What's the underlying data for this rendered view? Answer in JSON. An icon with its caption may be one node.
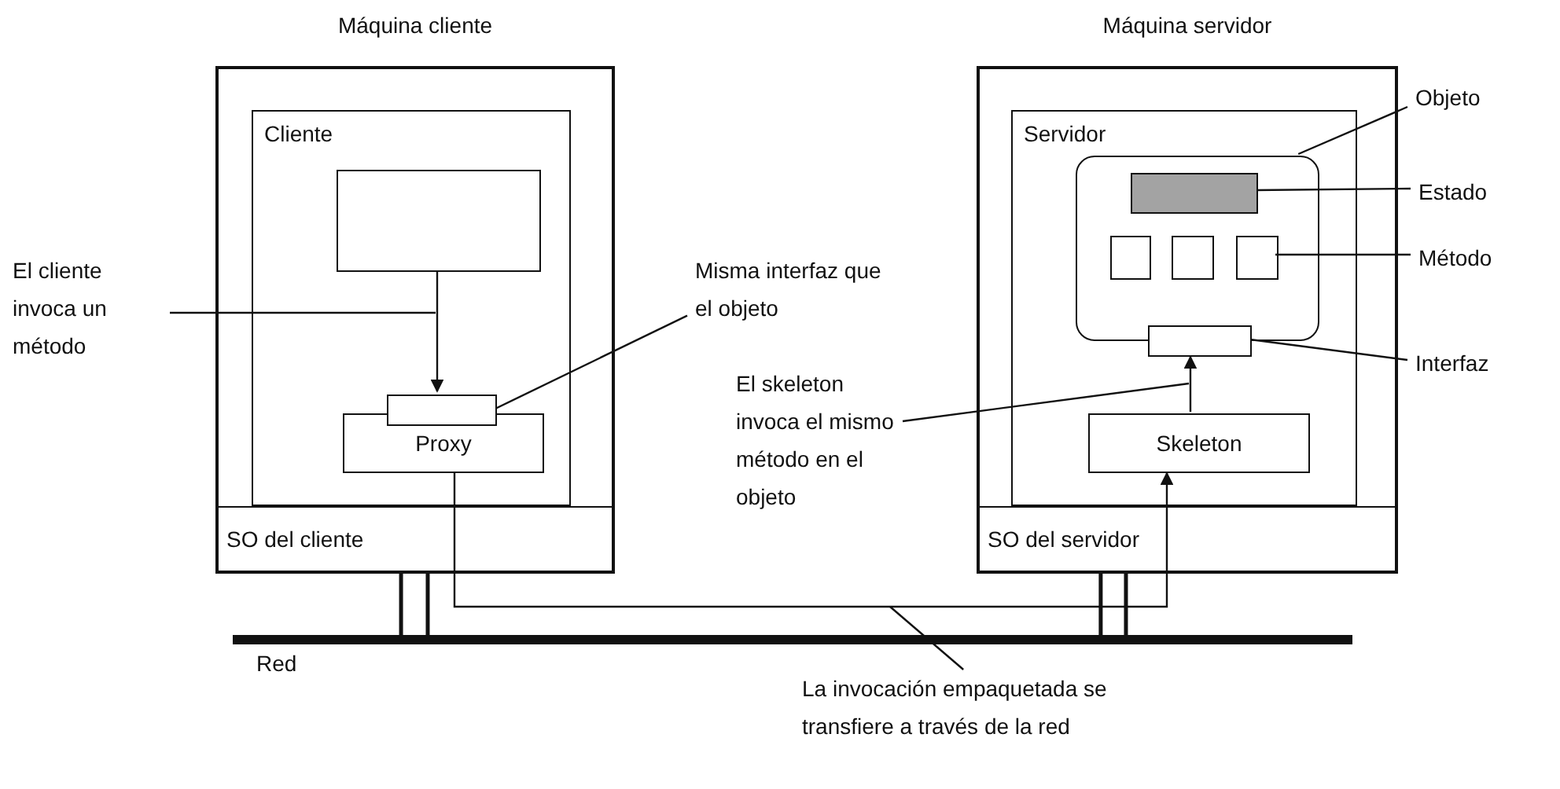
{
  "diagram": {
    "nodes": [
      {
        "text": [
          "Máquina cliente"
        ]
      },
      {
        "text": [
          "Cliente"
        ],
        "in": 0
      },
      {
        "text": [],
        "shape": "box",
        "in": 1
      },
      {
        "text": [
          "Proxy"
        ],
        "in": 1
      },
      {
        "text": [],
        "shape": "box",
        "in": 1
      },
      {
        "text": [
          "SO del cliente"
        ],
        "in": 0
      },
      {
        "text": [
          "Máquina servidor"
        ]
      },
      {
        "text": [
          "Servidor"
        ],
        "in": 6
      },
      {
        "text": [],
        "shape": "box",
        "in": 7
      },
      {
        "text": [],
        "shape": "box",
        "in": 8
      },
      {
        "text": [],
        "shape": "box",
        "in": 8
      },
      {
        "text": [],
        "shape": "box",
        "in": 8
      },
      {
        "text": [],
        "shape": "box",
        "in": 8
      },
      {
        "text": [],
        "shape": "box",
        "in": 7
      },
      {
        "text": [
          "Skeleton"
        ],
        "in": 7
      },
      {
        "text": [
          "SO del servidor"
        ],
        "in": 6
      },
      {
        "text": [],
        "shape": "bar",
        "beside": [
          "Red"
        ]
      },
      {
        "text": [
          "El cliente invoca un método"
        ]
      },
      {
        "text": [
          "Misma interfaz que el objeto"
        ]
      },
      {
        "text": [
          "El skeleton invoca el mismo método en el objeto"
        ]
      },
      {
        "text": [
          "Objeto"
        ]
      },
      {
        "text": [
          "Estado"
        ]
      },
      {
        "text": [
          "Método"
        ]
      },
      {
        "text": [
          "Interfaz"
        ]
      },
      {
        "text": [
          "La invocación empaquetada se transfiere a través de la red"
        ]
      }
    ],
    "edges": [
      {
        "from": 2,
        "to": 4,
        "arrow": "to"
      },
      {
        "from": 14,
        "to": 13,
        "arrow": "to"
      },
      {
        "from": 3,
        "to": 14,
        "arrow": "to"
      },
      {
        "from": 5,
        "to": 16,
        "arrow": "none"
      },
      {
        "from": 15,
        "to": 16,
        "arrow": "none"
      },
      {
        "from": 17,
        "to": null,
        "arrow": "none"
      },
      {
        "from": 18,
        "to": 4,
        "arrow": "none"
      },
      {
        "from": 19,
        "to": null,
        "arrow": "none"
      },
      {
        "from": 20,
        "to": 8,
        "arrow": "none"
      },
      {
        "from": 21,
        "to": 9,
        "arrow": "none"
      },
      {
        "from": 22,
        "to": 12,
        "arrow": "none"
      },
      {
        "from": 23,
        "to": 13,
        "arrow": "none"
      },
      {
        "from": 24,
        "to": null,
        "arrow": "none"
      }
    ]
  }
}
